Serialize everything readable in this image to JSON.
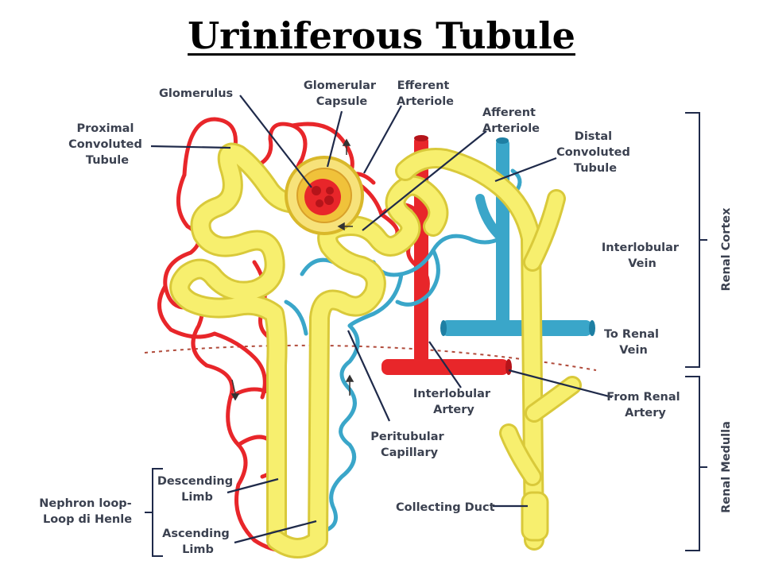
{
  "title": "Uriniferous Tubule",
  "labels": {
    "glomerulus": "Glomerulus",
    "glomerular_capsule": [
      "Glomerular",
      "Capsule"
    ],
    "efferent_arteriole": [
      "Efferent",
      "Arteriole"
    ],
    "afferent_arteriole": [
      "Afferent",
      "Arteriole"
    ],
    "proximal_convoluted_tubule": [
      "Proximal",
      "Convoluted",
      "Tubule"
    ],
    "distal_convoluted_tubule": [
      "Distal",
      "Convoluted",
      "Tubule"
    ],
    "interlobular_vein": [
      "Interlobular",
      "Vein"
    ],
    "to_renal_vein": [
      "To Renal",
      "Vein"
    ],
    "interlobular_artery": [
      "Interlobular",
      "Artery"
    ],
    "from_renal_artery": [
      "From Renal",
      "Artery"
    ],
    "peritubular_capillary": [
      "Peritubular",
      "Capillary"
    ],
    "descending_limb": [
      "Descending",
      "Limb"
    ],
    "ascending_limb": [
      "Ascending",
      "Limb"
    ],
    "nephron_loop": [
      "Nephron loop-",
      "Loop di Henle"
    ],
    "collecting_duct": "Collecting Duct"
  },
  "zones": {
    "cortex": "Renal Cortex",
    "medulla": "Renal Medulla"
  },
  "colors": {
    "tubule": "#f7ef6e",
    "tubule_edge": "#d9c93a",
    "artery": "#e8262a",
    "vein": "#3aa6c9",
    "label": "#3b4150",
    "leader": "#1f2a4a"
  }
}
